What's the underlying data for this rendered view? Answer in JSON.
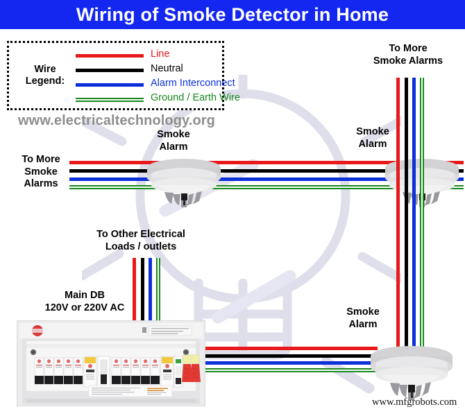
{
  "title": "Wiring of Smoke Detector in Home",
  "colors": {
    "title_bar": "#1427f0",
    "title_text": "#ffffff",
    "line": "#e8191b",
    "neutral": "#000000",
    "alarm_interconnect": "#0b2fd8",
    "ground": "#16871b",
    "watermark": "#8e8e8e",
    "bulb_watermark": "#dcdcec"
  },
  "legend": {
    "title": "Wire\nLegend:",
    "items": [
      {
        "label": "Line",
        "color_name": "red",
        "color": "#e8191b"
      },
      {
        "label": "Neutral",
        "color_name": "black",
        "color": "#000000"
      },
      {
        "label": "Alarm Interconnect",
        "color_name": "blue",
        "color": "#0b2fd8"
      },
      {
        "label": "Ground / Earth Wire",
        "color_name": "green-striped",
        "color": "#16871b"
      }
    ]
  },
  "watermarks": {
    "top": "www.electricaltechnology.org",
    "bottom": "www.mfgrobots.com"
  },
  "labels": {
    "to_more_smoke_alarms_top_right": "To More\nSmoke Alarms",
    "to_more_smoke_alarms_left": "To More\nSmoke\nAlarms",
    "smoke_alarm_top_left": "Smoke\nAlarm",
    "smoke_alarm_top_right": "Smoke\nAlarm",
    "smoke_alarm_bottom_right": "Smoke\nAlarm",
    "to_other_loads": "To Other Electrical\nLoads / outlets",
    "main_db": "Main DB\n120V or 220V AC"
  },
  "devices": {
    "smoke_alarms": [
      {
        "name": "smoke-alarm-top-left",
        "label": "Smoke\nAlarm"
      },
      {
        "name": "smoke-alarm-top-right",
        "label": "Smoke\nAlarm"
      },
      {
        "name": "smoke-alarm-bottom-right",
        "label": "Smoke\nAlarm"
      }
    ],
    "distribution_board": {
      "label": "Main DB",
      "voltage": "120V or 220V AC",
      "mcb_count": 10,
      "rcd_count": 2,
      "main_switch_count": 2
    }
  },
  "wire_runs": {
    "top_horizontal": [
      "Line",
      "Neutral",
      "Alarm Interconnect",
      "Ground / Earth Wire"
    ],
    "bottom_horizontal": [
      "Line",
      "Neutral",
      "Alarm Interconnect",
      "Ground / Earth Wire"
    ],
    "top_right_vertical": [
      "Line",
      "Neutral",
      "Alarm Interconnect",
      "Ground / Earth Wire"
    ],
    "db_riser_vertical": [
      "Line",
      "Neutral",
      "Alarm Interconnect",
      "Ground / Earth Wire"
    ]
  }
}
